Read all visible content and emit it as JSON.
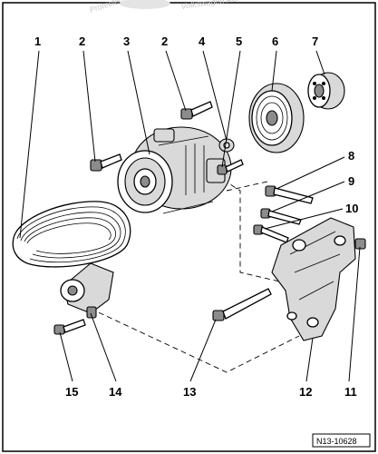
{
  "figure": {
    "reference_code": "N13-10628",
    "watermark_left": "Protected",
    "watermark_right": "Volkswagen AG",
    "callouts": [
      "1",
      "2",
      "3",
      "2",
      "4",
      "5",
      "6",
      "7",
      "8",
      "9",
      "10",
      "11",
      "12",
      "13",
      "14",
      "15"
    ]
  }
}
